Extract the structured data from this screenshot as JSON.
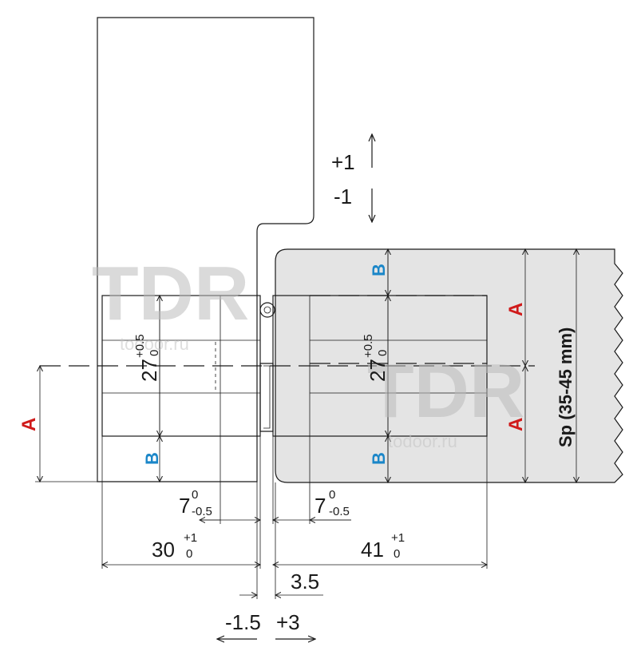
{
  "labels": {
    "a_left": "A",
    "a_right_top": "A",
    "a_right_bottom": "A",
    "b_left": "B",
    "b_right_top": "B",
    "b_right_bottom": "B",
    "sp": "Sp (35-45 mm)"
  },
  "dimensions": {
    "plus1": "+1",
    "minus1": "-1",
    "d27_main": "27",
    "d27_sup": "+0.5",
    "d27_sub": "0",
    "d7_main": "7",
    "d7_sup": "0",
    "d7_sub": "-0.5",
    "d30_main": "30",
    "d30_sup": "+1",
    "d30_sub": "0",
    "d41_main": "41",
    "d41_sup": "+1",
    "d41_sub": "0",
    "d3_5": "3.5",
    "dm1_5": "-1.5",
    "dp3": "+3"
  },
  "watermark": {
    "logo": "TDR",
    "site": "todoor.ru"
  },
  "colors": {
    "dimension_a": "#d01b1b",
    "dimension_b": "#1a86c8",
    "door_fill": "#e4e4e4",
    "watermark_gray": "#b9b9b9",
    "watermark_red": "#f0b8a0"
  }
}
